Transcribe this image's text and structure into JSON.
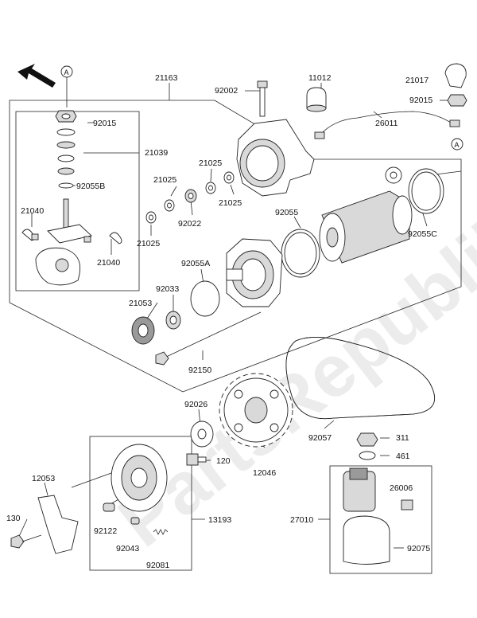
{
  "watermark": "PartsRepublik",
  "callout_circle": "A",
  "labels": {
    "p21163": "21163",
    "p92002": "92002",
    "p11012": "11012",
    "p21017": "21017",
    "p92015a": "92015",
    "p92015b": "92015",
    "p26011": "26011",
    "p21039": "21039",
    "p92055b": "92055B",
    "p21040a": "21040",
    "p21040b": "21040",
    "p21025a": "21025",
    "p21025b": "21025",
    "p21025c": "21025",
    "p21025d": "21025",
    "p92022": "92022",
    "p92055": "92055",
    "p92055c": "92055C",
    "p92055a": "92055A",
    "p92033": "92033",
    "p21053": "21053",
    "p92150": "92150",
    "p92026": "92026",
    "p120": "120",
    "p12046": "12046",
    "p92057": "92057",
    "p311": "311",
    "p461": "461",
    "p12053": "12053",
    "p130": "130",
    "p13193": "13193",
    "p92122": "92122",
    "p92043": "92043",
    "p92081": "92081",
    "p26006": "26006",
    "p27010": "27010",
    "p92075": "92075"
  }
}
